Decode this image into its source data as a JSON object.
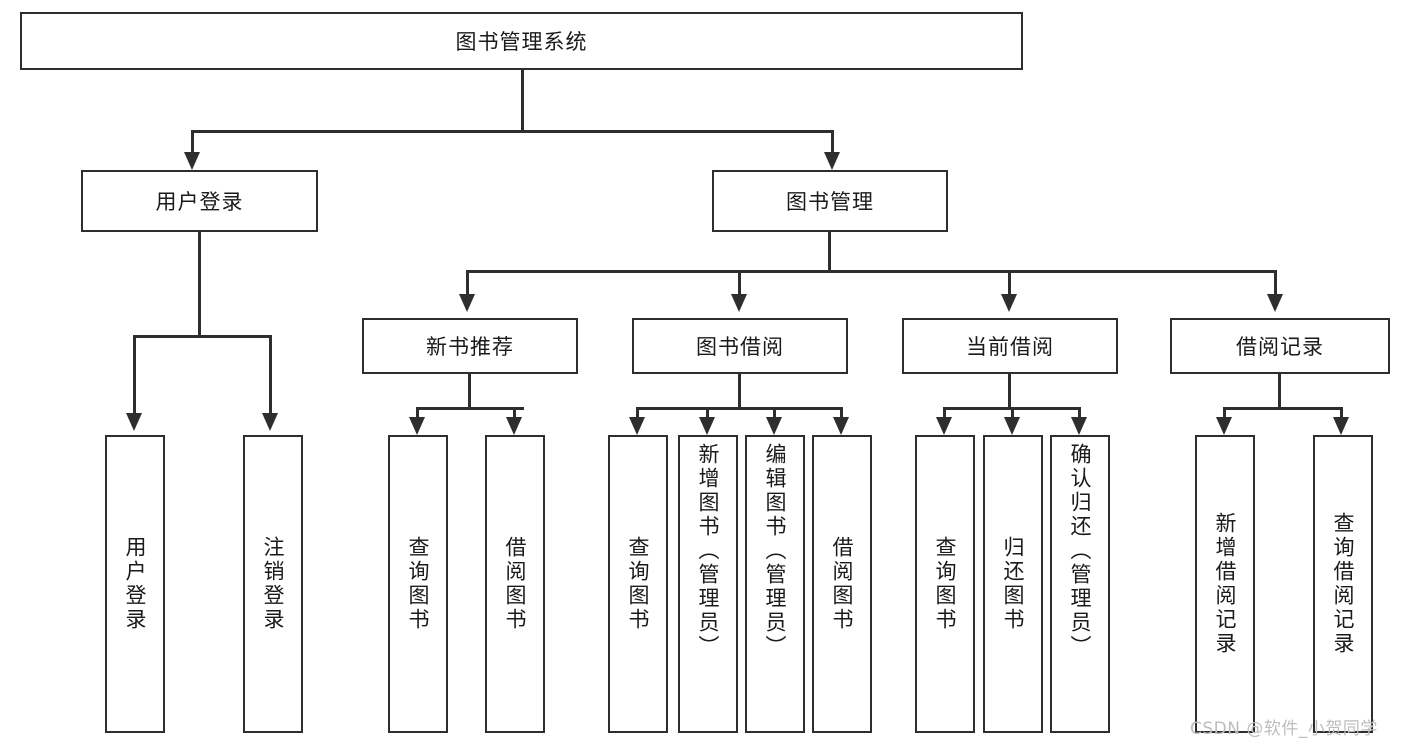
{
  "diagram": {
    "title": "图书管理系统",
    "root": {
      "label": "图书管理系统"
    },
    "level1": [
      {
        "label": "用户登录"
      },
      {
        "label": "图书管理"
      }
    ],
    "level2": [
      {
        "label": "新书推荐"
      },
      {
        "label": "图书借阅"
      },
      {
        "label": "当前借阅"
      },
      {
        "label": "借阅记录"
      }
    ],
    "leaves": {
      "user_login": [
        {
          "label": "用户登录"
        },
        {
          "label": "注销登录"
        }
      ],
      "new_book_recommend": [
        {
          "label": "查询图书"
        },
        {
          "label": "借阅图书"
        }
      ],
      "book_borrow": [
        {
          "label": "查询图书"
        },
        {
          "label": "新增图书（管理员）"
        },
        {
          "label": "编辑图书（管理员）"
        },
        {
          "label": "借阅图书"
        }
      ],
      "current_borrow": [
        {
          "label": "查询图书"
        },
        {
          "label": "归还图书"
        },
        {
          "label": "确认归还（管理员）"
        }
      ],
      "borrow_record": [
        {
          "label": "新增借阅记录"
        },
        {
          "label": "查询借阅记录"
        }
      ]
    }
  },
  "watermark": {
    "text": "CSDN @软件_小贺同学"
  },
  "colors": {
    "stroke": "#2e2e2e",
    "background": "#ffffff",
    "text": "#1a1a1a",
    "watermark": "#bdbdbd"
  }
}
